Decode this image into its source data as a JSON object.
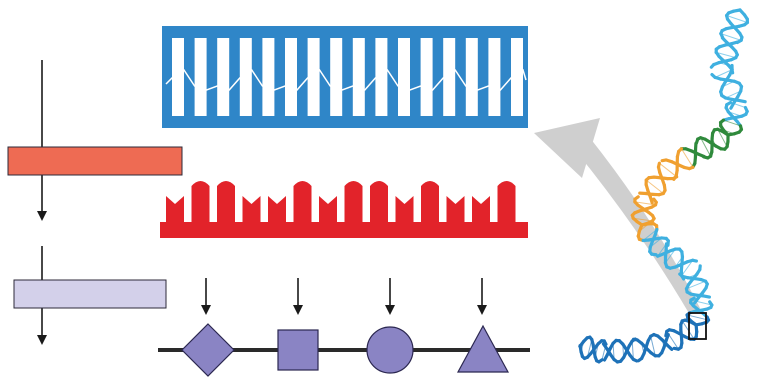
{
  "colors": {
    "background": "#ffffff",
    "arrow_line": "#1a1a1a",
    "dna_blue": "#2f86c8",
    "dna_blue_dark": "#1d5f98",
    "dna_rung": "#ffffff",
    "rna_red": "#e2232a",
    "rna_red_dark": "#8f1015",
    "box_top": "#ee6b53",
    "box_bottom": "#d3d0ea",
    "box_stroke": "#2c2a3a",
    "protein_purple": "#8a84c4",
    "protein_stroke": "#2b2750",
    "backbone_line": "#2a2a2a",
    "zoom_arrow": "#cfcfcf",
    "helix_orange": "#f0a030",
    "helix_green": "#2f8a3c",
    "helix_light_blue": "#3fb0e0",
    "helix_blue": "#1e72b8",
    "zoom_box": "#111111"
  },
  "flow": {
    "left_boxes": [
      "upper-box",
      "lower-box"
    ],
    "protein_shapes": [
      "diamond",
      "square",
      "circle",
      "triangle"
    ]
  }
}
